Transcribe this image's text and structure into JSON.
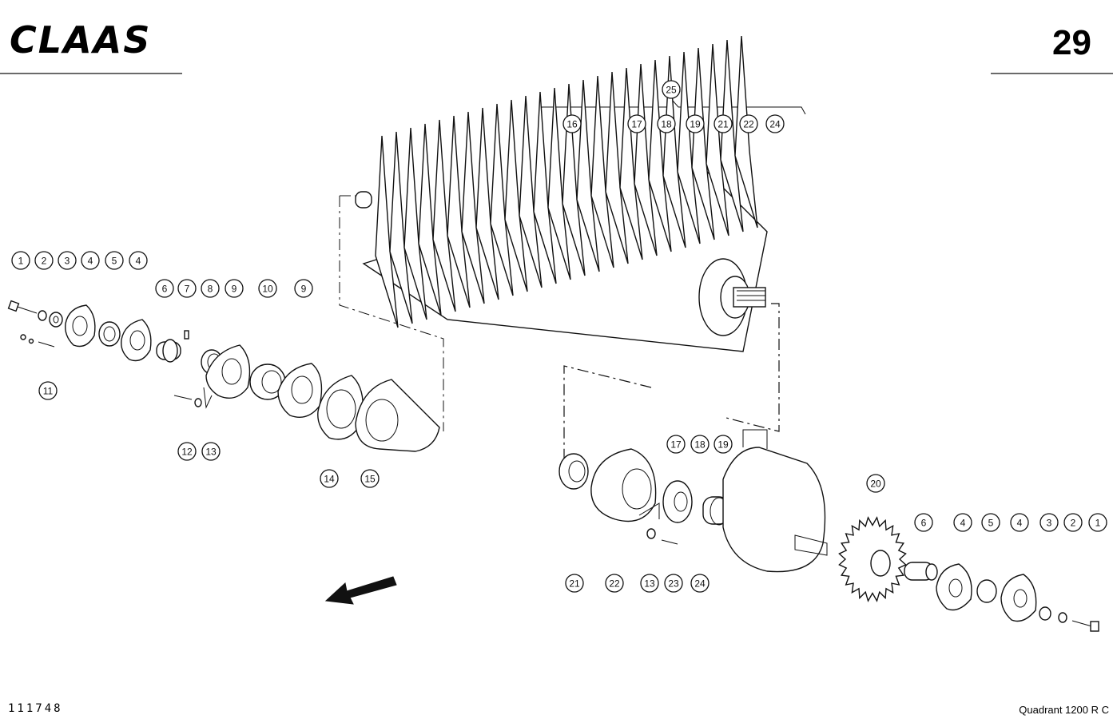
{
  "header": {
    "logo": "CLAAS",
    "page_number": "29"
  },
  "footer": {
    "drawing_number": "111748",
    "model": "Quadrant  1200 R C"
  },
  "callouts": [
    {
      "label": "25"
    },
    {
      "label": "16"
    },
    {
      "label": "17"
    },
    {
      "label": "18"
    },
    {
      "label": "19"
    },
    {
      "label": "21"
    },
    {
      "label": "22"
    },
    {
      "label": "24"
    },
    {
      "label": "1"
    },
    {
      "label": "2"
    },
    {
      "label": "3"
    },
    {
      "label": "4"
    },
    {
      "label": "5"
    },
    {
      "label": "4"
    },
    {
      "label": "6"
    },
    {
      "label": "7"
    },
    {
      "label": "8"
    },
    {
      "label": "9"
    },
    {
      "label": "10"
    },
    {
      "label": "9"
    },
    {
      "label": "11"
    },
    {
      "label": "12"
    },
    {
      "label": "13"
    },
    {
      "label": "14"
    },
    {
      "label": "15"
    },
    {
      "label": "17"
    },
    {
      "label": "18"
    },
    {
      "label": "19"
    },
    {
      "label": "21"
    },
    {
      "label": "22"
    },
    {
      "label": "13"
    },
    {
      "label": "23"
    },
    {
      "label": "24"
    },
    {
      "label": "20"
    },
    {
      "label": "6"
    },
    {
      "label": "4"
    },
    {
      "label": "5"
    },
    {
      "label": "4"
    },
    {
      "label": "3"
    },
    {
      "label": "2"
    },
    {
      "label": "1"
    }
  ]
}
